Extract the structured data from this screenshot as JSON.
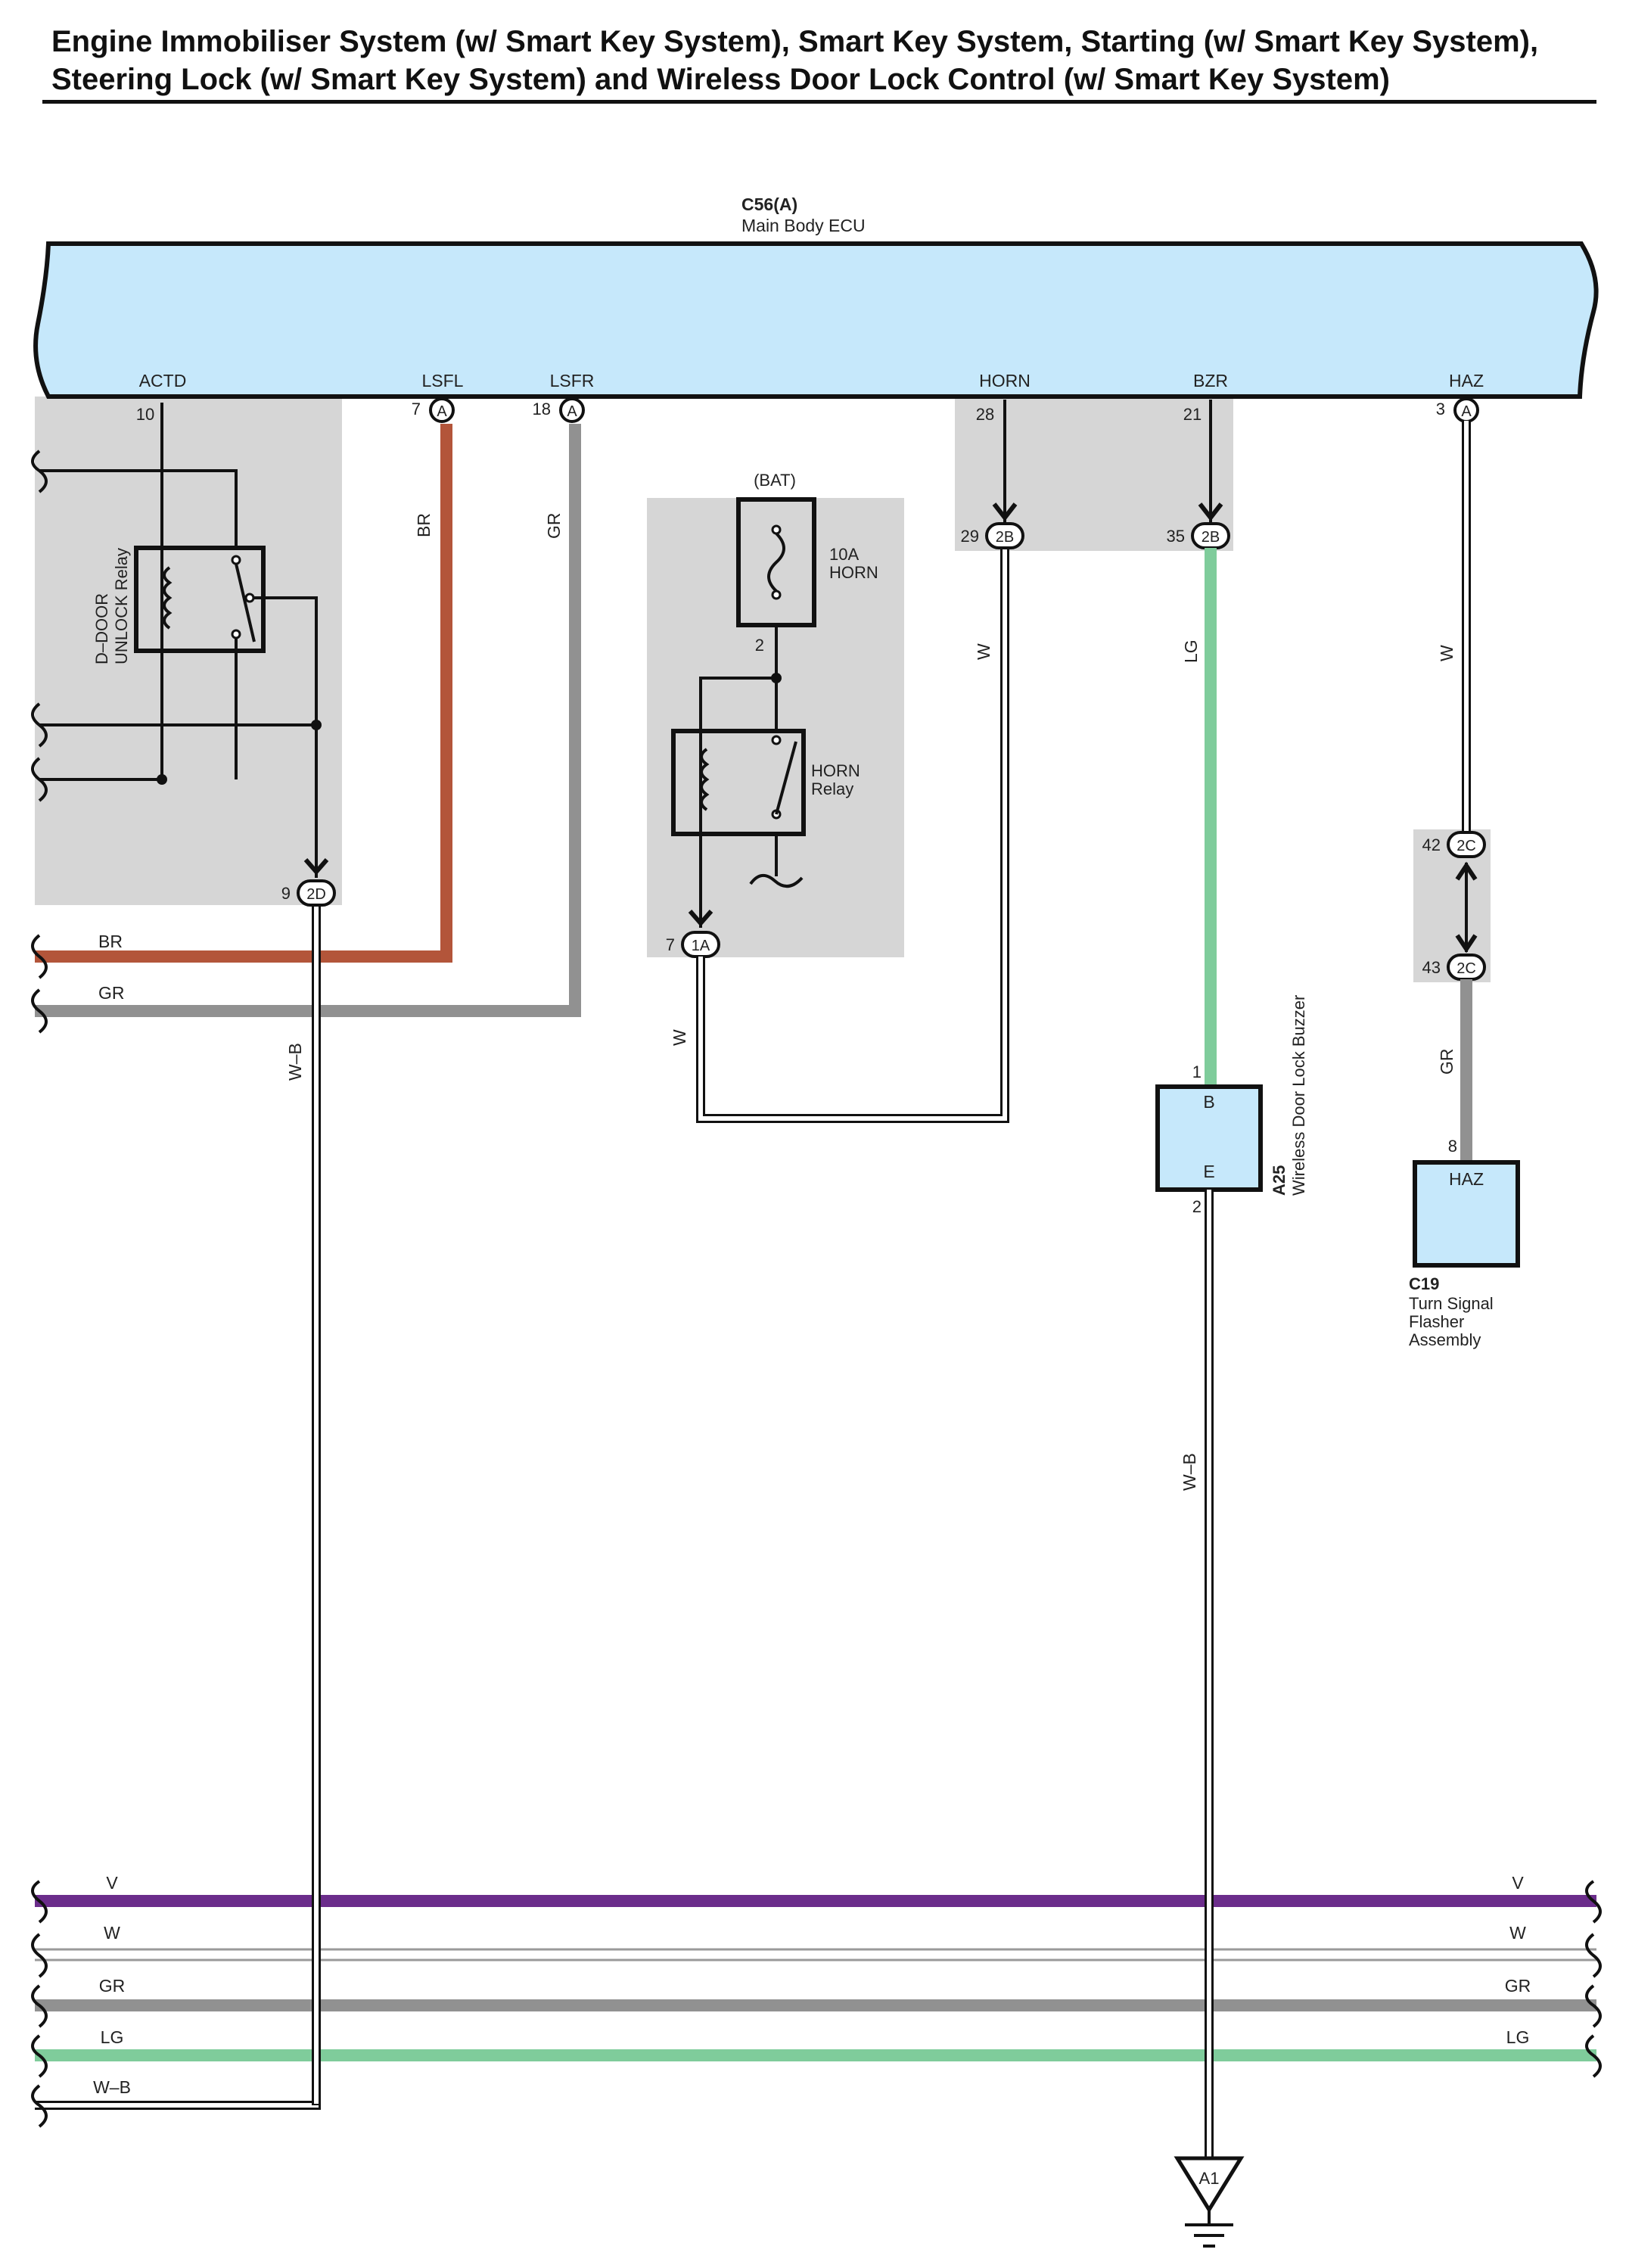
{
  "title": {
    "line1": "Engine Immobiliser System (w/ Smart Key System), Smart Key System, Starting (w/ Smart Key System),",
    "line2": "Steering Lock (w/ Smart Key System) and Wireless Door Lock Control (w/ Smart Key System)"
  },
  "colors": {
    "ecu_fill": "#c6e8fb",
    "shade": "#d6d6d6",
    "BR": "#b3553a",
    "GR": "#919191",
    "LG": "#7fcc9b",
    "V": "#6b2d8b",
    "W": "#bdbdbd"
  },
  "ecu": {
    "code": "C56(A)",
    "name": "Main Body ECU",
    "pins": {
      "actd": {
        "label": "ACTD",
        "num": "10"
      },
      "lsfl": {
        "label": "LSFL",
        "num": "7",
        "conn": "A"
      },
      "lsfr": {
        "label": "LSFR",
        "num": "18",
        "conn": "A"
      },
      "horn": {
        "label": "HORN",
        "num": "28"
      },
      "bzr": {
        "label": "BZR",
        "num": "21"
      },
      "haz": {
        "label": "HAZ",
        "num": "3",
        "conn": "A"
      }
    }
  },
  "relay_door": {
    "line1": "D–DOOR",
    "line2": "UNLOCK Relay"
  },
  "junctions": {
    "j2d": {
      "num": "9",
      "conn": "2D"
    },
    "j2b_horn": {
      "num": "29",
      "conn": "2B"
    },
    "j2b_bzr": {
      "num": "35",
      "conn": "2B"
    },
    "j1a": {
      "num": "7",
      "conn": "1A"
    },
    "j2c_top": {
      "num": "42",
      "conn": "2C"
    },
    "j2c_bot": {
      "num": "43",
      "conn": "2C"
    }
  },
  "horn_block": {
    "bat": "(BAT)",
    "fuse_line1": "10A",
    "fuse_line2": "HORN",
    "pin2": "2",
    "relay_line1": "HORN",
    "relay_line2": "Relay"
  },
  "wires": {
    "br": "BR",
    "gr": "GR",
    "w_horn": "W",
    "lg": "LG",
    "w_haz": "W",
    "w1a": "W",
    "gr_haz": "GR",
    "wb_left": "W–B",
    "wb_buzzer": "W–B"
  },
  "buzzer": {
    "code": "A25",
    "name": "Wireless Door Lock Buzzer",
    "pin_b": "B",
    "pin_e": "E",
    "num1": "1",
    "num2": "2"
  },
  "flasher": {
    "code": "C19",
    "line1": "Turn Signal",
    "line2": "Flasher",
    "line3": "Assembly",
    "pin": "HAZ",
    "num": "8"
  },
  "left_labels": {
    "br": "BR",
    "gr": "GR"
  },
  "bus": [
    {
      "name": "V",
      "left": "V",
      "right": "V"
    },
    {
      "name": "W",
      "left": "W",
      "right": "W"
    },
    {
      "name": "GR",
      "left": "GR",
      "right": "GR"
    },
    {
      "name": "LG",
      "left": "LG",
      "right": "LG"
    },
    {
      "name": "W–B",
      "left": "W–B"
    }
  ],
  "ground": {
    "code": "A1"
  }
}
